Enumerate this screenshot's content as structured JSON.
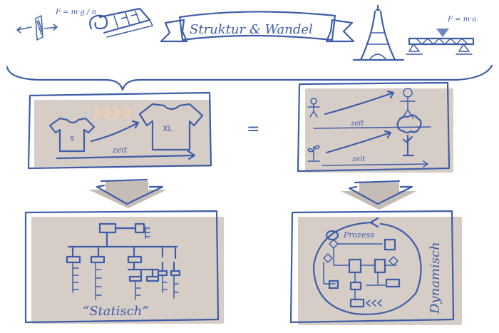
{
  "header": {
    "title": "Struktur & Wandel",
    "formula_left": "F = m·g / n",
    "formula_right": "F = m·a"
  },
  "equals_sign": "=",
  "panels": {
    "top_left": {
      "size_small": "S",
      "size_large": "XL",
      "time_label": "zeit"
    },
    "top_right": {
      "time_label_1": "zeit",
      "time_label_2": "zeit"
    },
    "bottom_left": {
      "caption": "“Statisch”"
    },
    "bottom_right": {
      "process_label": "Prozess",
      "side_caption": "Dynamisch"
    }
  },
  "colors": {
    "ink": "#3f5ea8",
    "shadow": "#d6cdc7",
    "peach_arrows": "#f3cdb3"
  }
}
